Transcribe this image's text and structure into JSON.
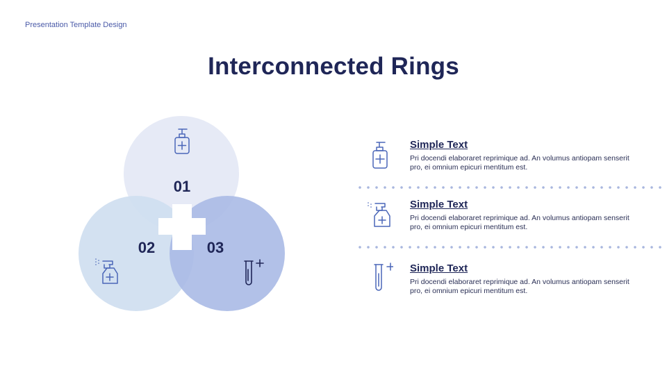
{
  "brand": "Presentation Template Design",
  "title": "Interconnected Rings",
  "colors": {
    "circle_1": "#e6eaf6",
    "circle_2": "#cfdef0",
    "circle_3": "#aabae6",
    "icon_stroke": "#4a66b8",
    "heading": "#1f2657"
  },
  "diagram": {
    "labels": [
      "01",
      "02",
      "03"
    ],
    "center_symbol": "plus"
  },
  "items": [
    {
      "icon": "soap-dispenser-icon",
      "heading": "Simple Text",
      "text": "Pri docendi elaboraret reprimique ad. An volumus antiopam senserit pro, ei omnium epicuri mentitum est."
    },
    {
      "icon": "spray-bottle-icon",
      "heading": "Simple Text",
      "text": "Pri docendi elaboraret reprimique ad. An volumus antiopam senserit pro, ei omnium epicuri mentitum est."
    },
    {
      "icon": "test-tube-icon",
      "heading": "Simple Text",
      "text": "Pri docendi elaboraret reprimique ad. An volumus antiopam senserit pro, ei omnium epicuri mentitum est."
    }
  ]
}
